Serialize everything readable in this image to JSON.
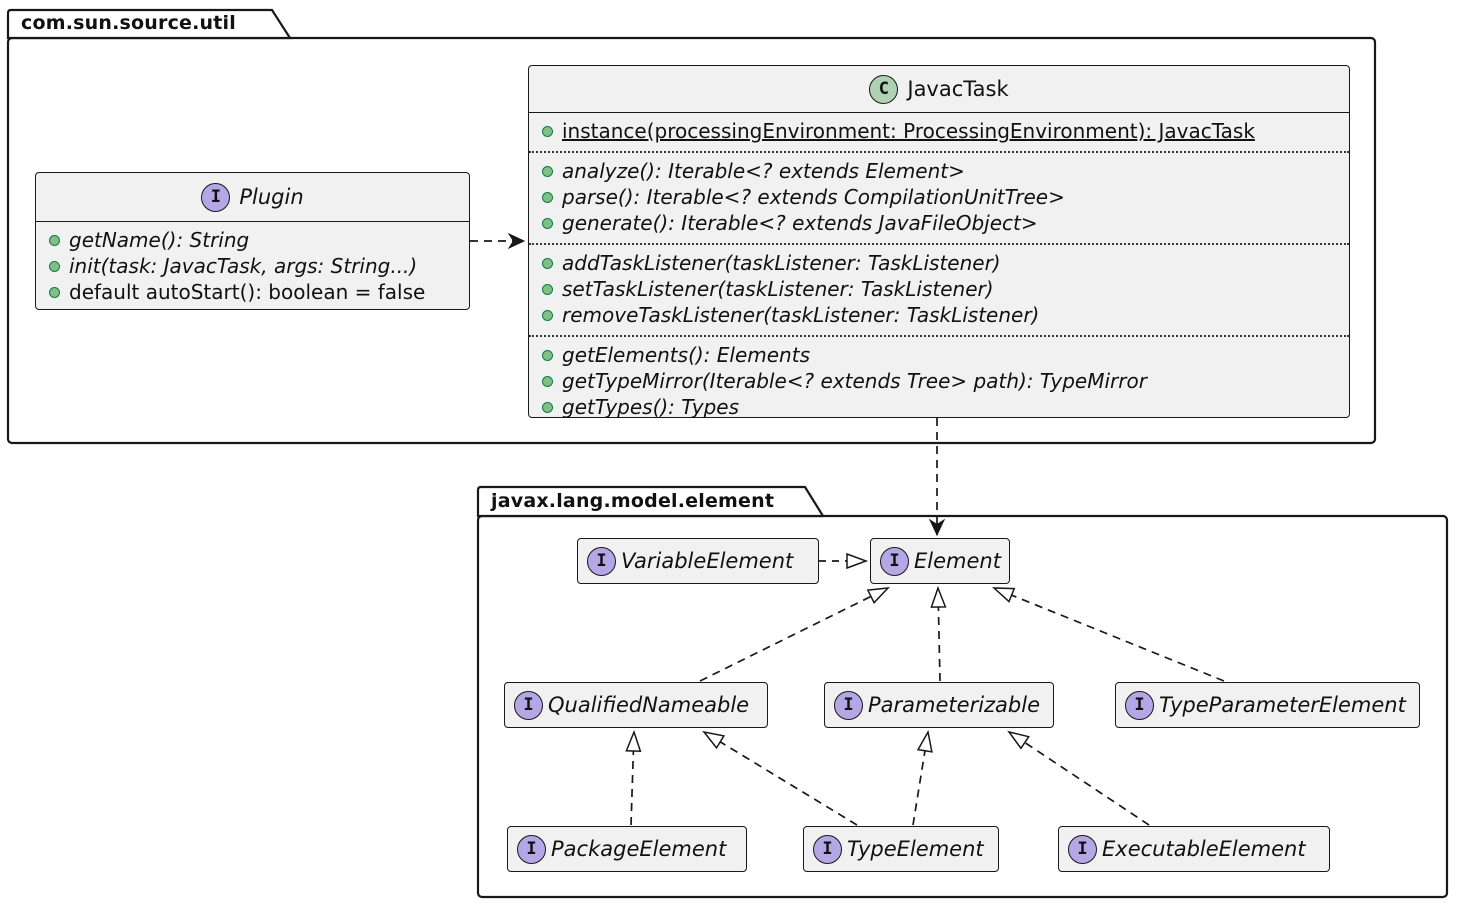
{
  "packages": {
    "outer": {
      "title": "com.sun.source.util"
    },
    "inner": {
      "title": "javax.lang.model.element"
    }
  },
  "classes": {
    "plugin": {
      "stereotype": "I",
      "name": "Plugin",
      "members": [
        "getName(): String",
        "init(task: JavacTask, args: String...)",
        "default autoStart(): boolean = false"
      ]
    },
    "javacTask": {
      "stereotype": "C",
      "name": "JavacTask",
      "sections": {
        "static": [
          "instance(processingEnvironment: ProcessingEnvironment): JavacTask"
        ],
        "analysis": [
          "analyze(): Iterable<? extends Element>",
          "parse(): Iterable<? extends CompilationUnitTree>",
          "generate(): Iterable<? extends JavaFileObject>"
        ],
        "listeners": [
          "addTaskListener(taskListener: TaskListener)",
          "setTaskListener(taskListener: TaskListener)",
          "removeTaskListener(taskListener: TaskListener)"
        ],
        "utilities": [
          "getElements(): Elements",
          "getTypeMirror(Iterable<? extends Tree> path): TypeMirror",
          "getTypes(): Types"
        ]
      }
    },
    "variableElement": {
      "stereotype": "I",
      "name": "VariableElement"
    },
    "element": {
      "stereotype": "I",
      "name": "Element"
    },
    "qualifiedNameable": {
      "stereotype": "I",
      "name": "QualifiedNameable"
    },
    "parameterizable": {
      "stereotype": "I",
      "name": "Parameterizable"
    },
    "typeParameterElement": {
      "stereotype": "I",
      "name": "TypeParameterElement"
    },
    "packageElement": {
      "stereotype": "I",
      "name": "PackageElement"
    },
    "typeElement": {
      "stereotype": "I",
      "name": "TypeElement"
    },
    "executableElement": {
      "stereotype": "I",
      "name": "ExecutableElement"
    }
  },
  "colors": {
    "interface_circle": "#B4A7E5",
    "class_circle": "#ADD1B2",
    "box_fill": "#F1F1F1",
    "border": "#181818",
    "bullet_fill": "#84BE84",
    "bullet_border": "#038048"
  }
}
